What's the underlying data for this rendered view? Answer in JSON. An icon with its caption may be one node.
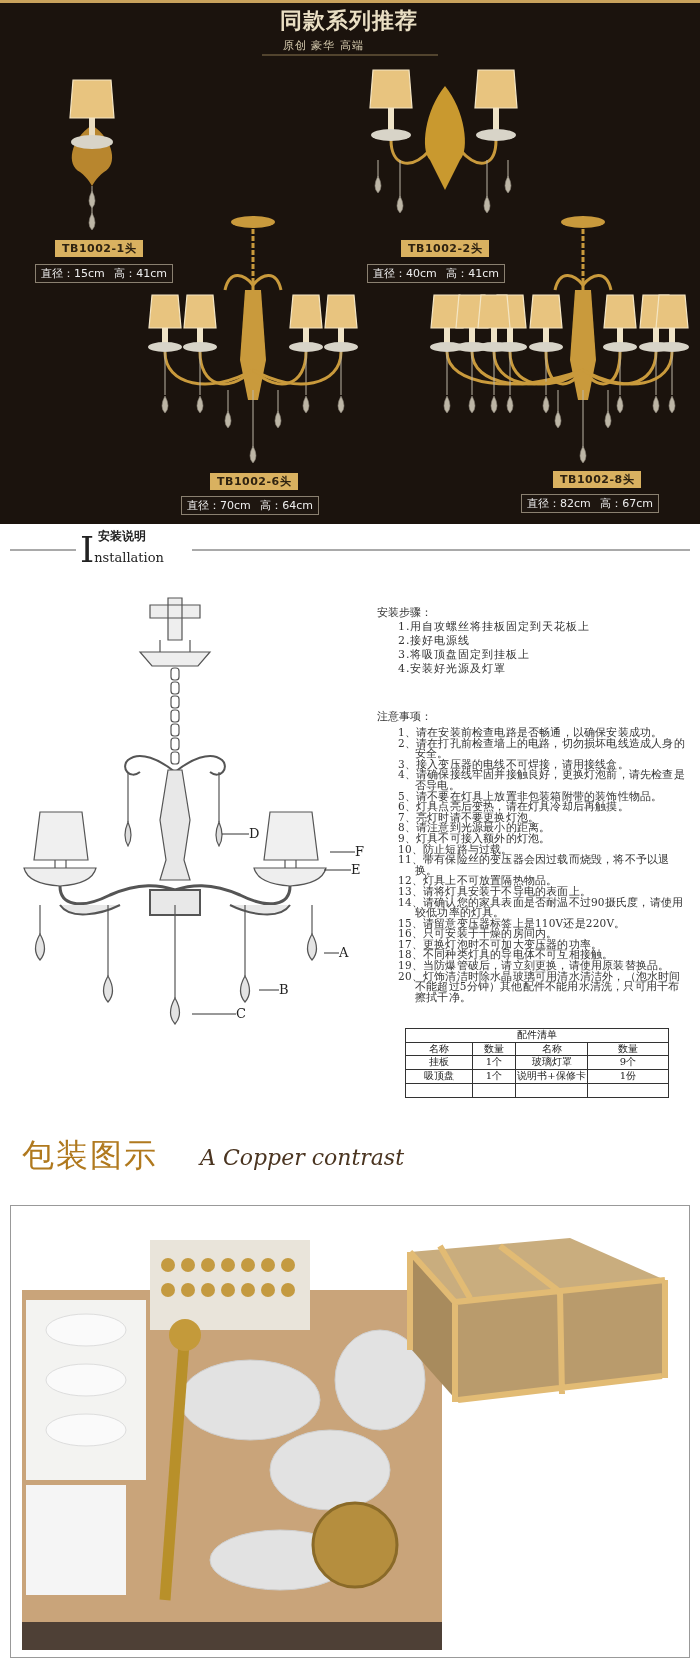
{
  "diagram": {
    "title": "同款系列推荐",
    "nodes": [
      {
        "text": [
          "TB1002-1头"
        ]
      },
      {
        "text": [
          "直径：15cm 高：41cm"
        ]
      },
      {
        "text": [
          "TB1002-2头"
        ]
      },
      {
        "text": [
          "直径：40cm 高：41cm"
        ]
      },
      {
        "text": [
          "TB1002-6头"
        ]
      },
      {
        "text": [
          "直径：70cm 高：64cm"
        ]
      },
      {
        "text": [
          "TB1002-8头"
        ]
      },
      {
        "text": [
          "直径：82cm 高：67cm"
        ]
      },
      {
        "text": [
          "D"
        ]
      },
      {
        "text": [
          "F"
        ]
      },
      {
        "text": [
          "E"
        ]
      },
      {
        "text": [
          "A"
        ]
      },
      {
        "text": [
          "B"
        ]
      },
      {
        "text": [
          "C"
        ]
      }
    ],
    "edges": [
      {
        "from": 8,
        "to": null,
        "arrow": "none"
      },
      {
        "from": 9,
        "to": null,
        "arrow": "none"
      },
      {
        "from": 10,
        "to": null,
        "arrow": "none"
      },
      {
        "from": 11,
        "to": null,
        "arrow": "none"
      },
      {
        "from": 12,
        "to": null,
        "arrow": "none"
      },
      {
        "from": 13,
        "to": null,
        "arrow": "none"
      }
    ],
    "labels": [
      "原创 豪华 高端",
      "安装说明",
      "Installation",
      "安装步骤：",
      "1.用自攻螺丝将挂板固定到天花板上",
      "2.接好电源线",
      "3.将吸顶盘固定到挂板上",
      "4.安装好光源及灯罩",
      "注意事项：",
      "1、请在安装前检查电路是否畅通，以确保安装成功。",
      "2、请在打孔前检查墙上的电路，切勿损坏电线造成人身的安全。",
      "3、接入变压器的电线不可焊接，请用接线盒。",
      "4、请确保接线牢固并接触良好，更换灯泡前，请先检查是否导电。",
      "5、请不要在灯具上放置非包装箱附带的装饰性物品。",
      "6、灯具点亮后变热，请在灯具冷却后再触摸。",
      "7、亮灯时请不要更换灯泡。",
      "8、请注意到光源最小的距离。",
      "9、灯具不可接入额外的灯泡。",
      "10、防止短路与过载。",
      "11、带有保险丝的变压器会因过载而烧毁，将不予以退换。",
      "12、灯具上不可放置隔热物品。",
      "13、请将灯具安装于不导电的表面上。",
      "14、请确认您的家具表面是否耐温不过90摄氏度，请使用较低功率的灯具。",
      "15、请留意变压器标签上是110V还是220V。",
      "16、只可安装于干燥的房间内。",
      "17、更换灯泡时不可加大变压器的功率。",
      "18、不同种类灯具的导电体不可互相接触。",
      "19、当防爆管破后，请立刻更换，请使用原装替换品。",
      "20、灯饰清洁时除水晶玻璃可用清水清洁外，（泡水时间不能超过5分钟）其他配件不能用水清洗，只可用干布擦拭干净。",
      "配件清单",
      "名称",
      "数量",
      "名称",
      "数量",
      "挂板",
      "1个",
      "玻璃灯罩",
      "9个",
      "吸顶盘",
      "1个",
      "说明书+保修卡",
      "1份",
      "包装图示",
      "A Copper contrast"
    ]
  }
}
